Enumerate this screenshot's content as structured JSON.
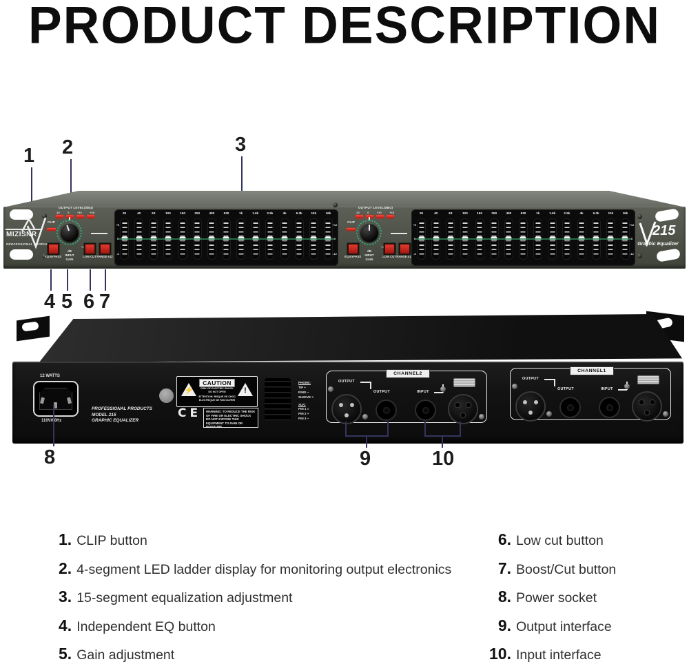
{
  "title": "PRODUCT DESCRIPTION",
  "front": {
    "brand": "MIZISNR",
    "brand_sub": "PROFESSIONAL PRODUCTS",
    "model_number": "215",
    "model_label": "Graphic Equalizer",
    "controls": {
      "meter_title": "OUTPUT LEVEL(dBu)",
      "meter_ticks": [
        "-10",
        "0",
        "+10",
        "+18"
      ],
      "clip_label": "CLIP",
      "knob_min": "-12",
      "knob_max": "+12",
      "knob_unit": "dB",
      "knob_label": "INPUT GAIN",
      "eq_bypass_label": "EQ BYPASS",
      "low_cut_label": "LOW CUT",
      "range_label": "RANGE ±12"
    },
    "eq": {
      "frequencies": [
        "25",
        "40",
        "63",
        "100",
        "160",
        "250",
        "400",
        "630",
        "1k",
        "1.6k",
        "2.5k",
        "4k",
        "6.3k",
        "10k",
        "16k"
      ],
      "scale_left": [
        "+6",
        "0",
        "-6"
      ],
      "scale_right": [
        "+12",
        "0",
        "-12"
      ]
    }
  },
  "back": {
    "power_watts": "12 WATTS",
    "power_voltage": "110V/60Hz",
    "brand_lines": [
      "PROFESSIONAL PRODUCTS",
      "MODEL 215",
      "GRAPHIC EQUALIZER"
    ],
    "caution": {
      "title": "CAUTION",
      "line1": "RISK OF ELECTRIC SHOCK",
      "line2": "DO NOT OPEN",
      "line3": "ATTENTION: RISQUE DE CHOC ELECTRIQUE NE PAS OUVRIR"
    },
    "ce_mark": "CE",
    "warning": "WARNING: TO REDUCE THE RISK OF FIRE OR ELECTRIC SHOCK DO NOT EXPOSE THIS EQUIPMENT TO RAIN OR MOISTURE",
    "wiring": {
      "phone_title": "PHONE:",
      "phone_lines": [
        "TIP +",
        "RING −",
        "SLEEVE ≡"
      ],
      "xlr_title": "XLR:",
      "xlr_lines": [
        "PIN 1 ≡",
        "PIN 2 +",
        "PIN 3 −"
      ]
    },
    "channel2_label": "CHANNEL2",
    "channel1_label": "CHANNEL1",
    "output_label": "OUTPUT",
    "input_label": "INPUT"
  },
  "callouts": [
    "1",
    "2",
    "3",
    "4",
    "5",
    "6",
    "7",
    "8",
    "9",
    "10"
  ],
  "legend": {
    "left": [
      {
        "num": "1.",
        "text": "CLIP button"
      },
      {
        "num": "2.",
        "text": "4-segment LED ladder display for monitoring output electronics"
      },
      {
        "num": "3.",
        "text": "15-segment equalization adjustment"
      },
      {
        "num": "4.",
        "text": "Independent EQ button"
      },
      {
        "num": "5.",
        "text": "Gain adjustment"
      }
    ],
    "right": [
      {
        "num": "6.",
        "text": "Low cut button"
      },
      {
        "num": "7.",
        "text": "Boost/Cut button"
      },
      {
        "num": "8.",
        "text": "Power socket"
      },
      {
        "num": "9.",
        "text": "Output interface"
      },
      {
        "num": "10.",
        "text": "Input interface"
      }
    ]
  },
  "colors": {
    "led_red": "#d93025",
    "knob_ring_green": "#35ab80",
    "callout_line": "#34345e",
    "front_panel": "#4c5046",
    "back_panel": "#141414"
  }
}
